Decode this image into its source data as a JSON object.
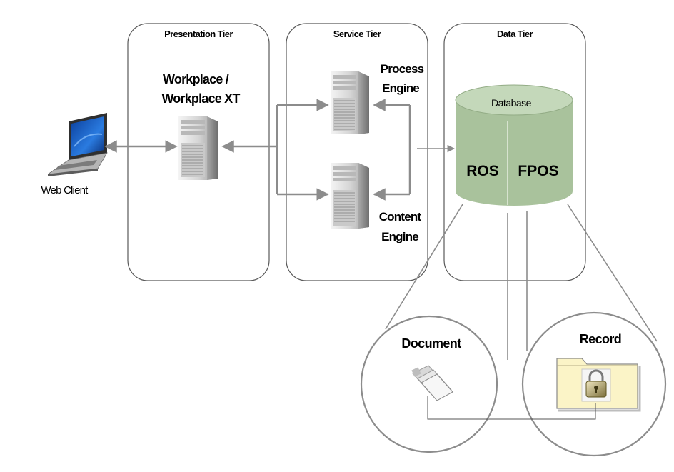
{
  "tiers": {
    "presentation": "Presentation Tier",
    "service": "Service Tier",
    "data": "Data Tier"
  },
  "workplace": [
    "Workplace /",
    "Workplace XT"
  ],
  "client_label": "Web Client",
  "process_engine": [
    "Process",
    "Engine"
  ],
  "content_engine": [
    "Content",
    "Engine"
  ],
  "database": {
    "label": "Database",
    "ros": "ROS",
    "fpos": "FPOS"
  },
  "document_label": "Document",
  "record_label": "Record",
  "colors": {
    "tier_border": "#595959",
    "arrow": "#8c8c8c",
    "db_fill": "#a9c29c",
    "db_top": "#c4d8ba",
    "folder": "#fbf4c7",
    "laptop_screen": "#1e64c8"
  }
}
